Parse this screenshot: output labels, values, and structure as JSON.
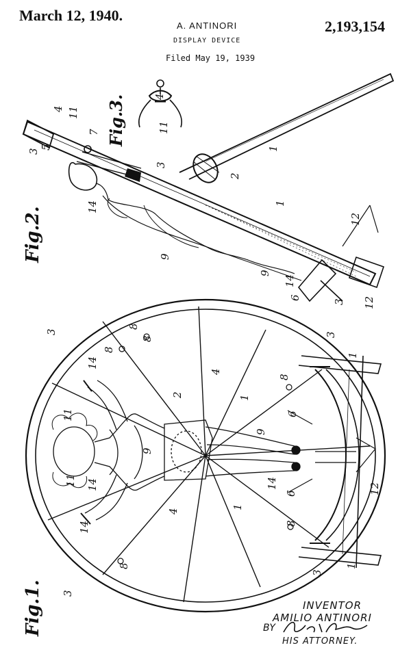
{
  "header": {
    "date": "March 12, 1940.",
    "inventor": "A. ANTINORI",
    "patent_number": "2,193,154",
    "title": "DISPLAY DEVICE",
    "filed": "Filed May 19, 1939"
  },
  "figures": {
    "fig1": "Fig.1.",
    "fig2": "Fig.2.",
    "fig3": "Fig.3."
  },
  "reference_numerals": {
    "n1": "1",
    "n2": "2",
    "n3": "3",
    "n4": "4",
    "n5": "5",
    "n6": "6",
    "n7": "7",
    "n8": "8",
    "n9": "9",
    "n11": "11",
    "n12": "12",
    "n14": "14"
  },
  "signature": {
    "inventor_label": "INVENTOR",
    "inventor_name": "AMILIO ANTINORI",
    "by": "BY",
    "attorney_label": "HIS ATTORNEY."
  }
}
